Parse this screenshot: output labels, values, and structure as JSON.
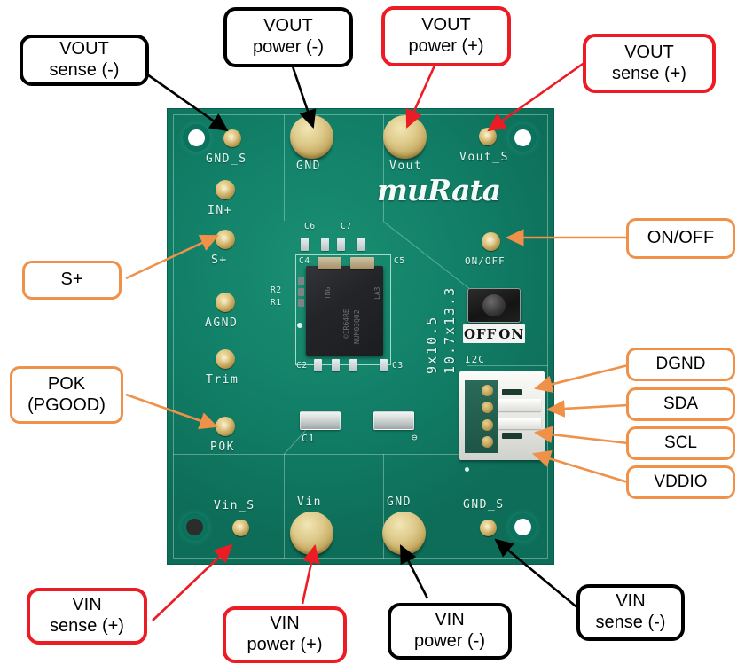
{
  "figure": {
    "title": "Murata evaluation board connection callout diagram",
    "board_brand": "muRata"
  },
  "callouts": [
    {
      "id": "vout-sense-neg",
      "lines": [
        "VOUT",
        "sense (-)"
      ],
      "color": "#000000",
      "style": "black"
    },
    {
      "id": "vout-power-neg",
      "lines": [
        "VOUT",
        "power (-)"
      ],
      "color": "#000000",
      "style": "black"
    },
    {
      "id": "vout-power-pos",
      "lines": [
        "VOUT",
        "power (+)"
      ],
      "color": "#ed1c24",
      "style": "red"
    },
    {
      "id": "vout-sense-pos",
      "lines": [
        "VOUT",
        "sense (+)"
      ],
      "color": "#ed1c24",
      "style": "red"
    },
    {
      "id": "on-off",
      "lines": [
        "ON/OFF"
      ],
      "color": "#ef9149",
      "style": "orange"
    },
    {
      "id": "s-plus",
      "lines": [
        "S+"
      ],
      "color": "#ef9149",
      "style": "orange"
    },
    {
      "id": "pok-pgood",
      "lines": [
        "POK",
        "(PGOOD)"
      ],
      "color": "#ef9149",
      "style": "orange"
    },
    {
      "id": "dgnd",
      "lines": [
        "DGND"
      ],
      "color": "#ef9149",
      "style": "orange"
    },
    {
      "id": "sda",
      "lines": [
        "SDA"
      ],
      "color": "#ef9149",
      "style": "orange"
    },
    {
      "id": "scl",
      "lines": [
        "SCL"
      ],
      "color": "#ef9149",
      "style": "orange"
    },
    {
      "id": "vddio",
      "lines": [
        "VDDIO"
      ],
      "color": "#ef9149",
      "style": "orange"
    },
    {
      "id": "vin-sense-pos",
      "lines": [
        "VIN",
        "sense (+)"
      ],
      "color": "#ed1c24",
      "style": "red"
    },
    {
      "id": "vin-power-pos",
      "lines": [
        "VIN",
        "power (+)"
      ],
      "color": "#ed1c24",
      "style": "red"
    },
    {
      "id": "vin-power-neg",
      "lines": [
        "VIN",
        "power (-)"
      ],
      "color": "#000000",
      "style": "black"
    },
    {
      "id": "vin-sense-neg",
      "lines": [
        "VIN",
        "sense (-)"
      ],
      "color": "#000000",
      "style": "black"
    }
  ],
  "board_silkscreen": {
    "top_row": [
      "GND_S",
      "GND",
      "Vout",
      "Vout_S"
    ],
    "left_column": [
      "IN+",
      "S+",
      "AGND",
      "Trim",
      "POK"
    ],
    "bottom_row": [
      "Vin_S",
      "Vin",
      "GND",
      "GND_S"
    ],
    "on_off_pin": "ON/OFF",
    "switch_states": [
      "OFF",
      "ON"
    ],
    "connector_label": "I2C",
    "capacitors": [
      "C6",
      "C7",
      "C4",
      "C5",
      "C2",
      "C3",
      "C1"
    ],
    "resistors": [
      "R2",
      "R1"
    ],
    "dimension_lines": [
      "9x10.5",
      "10.7x13.3"
    ],
    "ic_markings": [
      "TNG",
      "LA3",
      "©IR64RE",
      "NUM03Q02"
    ],
    "logo": "muRata"
  },
  "colors": {
    "black": "#000000",
    "red": "#ed1c24",
    "orange": "#ef9149",
    "board_green": "#13826a",
    "gold": "#d8bb73",
    "white": "#ffffff"
  }
}
